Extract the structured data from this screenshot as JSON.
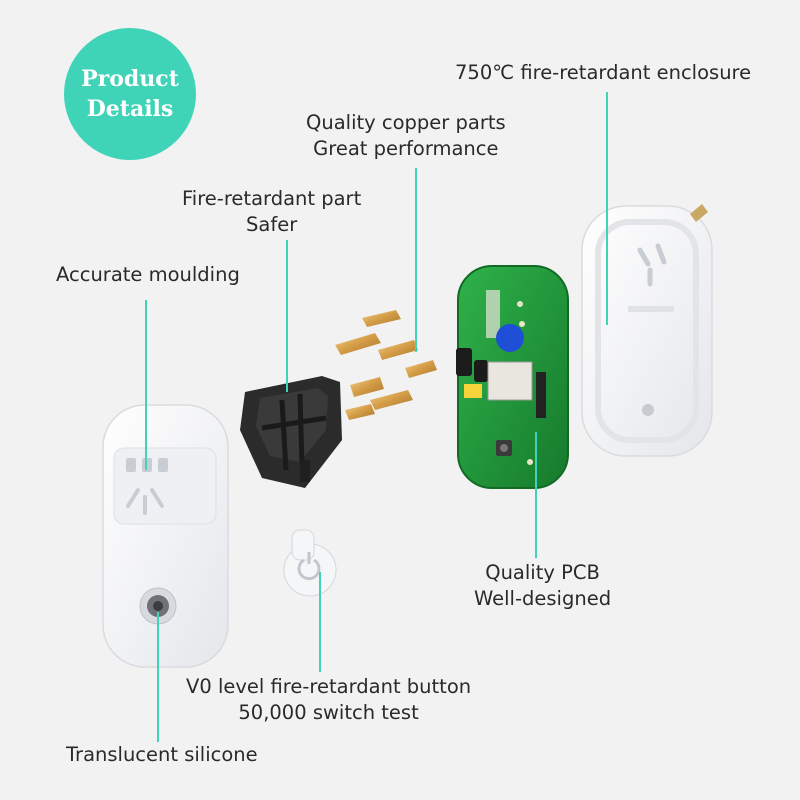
{
  "badge": {
    "line1": "Product",
    "line2": "Details"
  },
  "labels": {
    "enclosure": "750℃ fire-retardant enclosure",
    "copper_line1": "Quality copper parts",
    "copper_line2": "Great performance",
    "fire_part_line1": "Fire-retardant part",
    "fire_part_line2": "Safer",
    "moulding": "Accurate moulding",
    "pcb_line1": "Quality PCB",
    "pcb_line2": "Well-designed",
    "button_line1": "V0 level fire-retardant button",
    "button_line2": "50,000 switch test",
    "silicone": "Translucent silicone"
  },
  "colors": {
    "accent": "#3fd4b8",
    "pcb": "#1f9e3a",
    "frame": "#2b2b2b",
    "copper": "#d8a552"
  }
}
